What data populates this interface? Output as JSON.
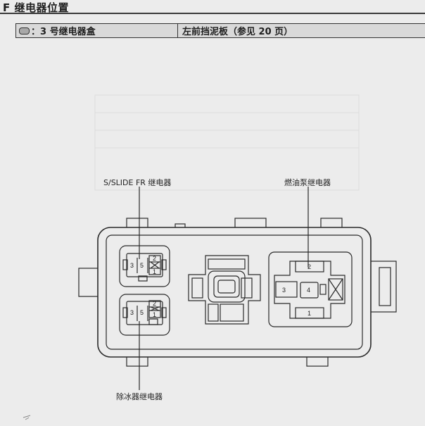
{
  "page": {
    "title": "F 继电器位置"
  },
  "header": {
    "left_label": "：3 号继电器盒",
    "right_label": "左前挡泥板（参见 20 页）"
  },
  "callouts": {
    "slide_relay": "S/SLIDE FR 继电器",
    "fuel_pump_relay": "燃油泵继电器",
    "deicer_relay": "除冰器继电器"
  },
  "relay_small_top": {
    "pin_a": "3",
    "pin_b": "5",
    "pin_c": "2",
    "pin_d": "1"
  },
  "relay_small_bottom": {
    "pin_a": "3",
    "pin_b": "5",
    "pin_c": "2",
    "pin_d": "1"
  },
  "relay_fuel": {
    "pin_top": "2",
    "pin_left": "3",
    "pin_center": "4",
    "pin_bottom": "1"
  },
  "colors": {
    "background": "#ececec",
    "line": "#2a2a2a",
    "header_fill": "#d9d9d9",
    "swatch": "#a8a8a8"
  }
}
